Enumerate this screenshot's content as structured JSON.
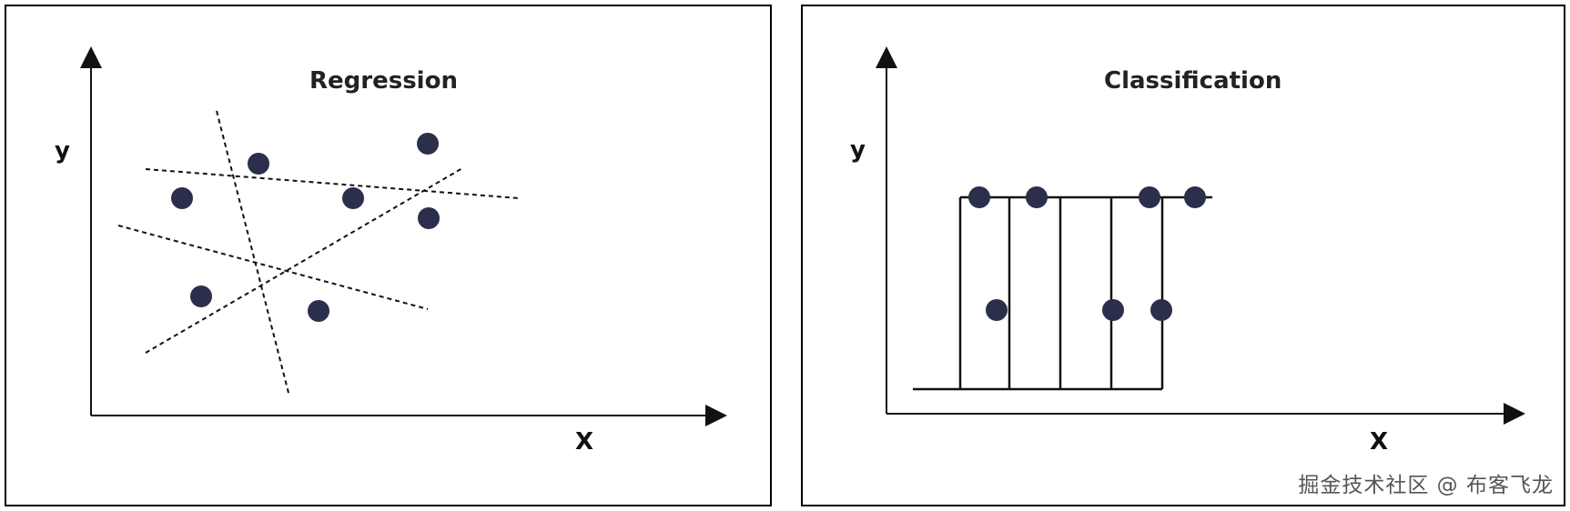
{
  "left_panel": {
    "title": "Regression",
    "y_label": "y",
    "x_label": "X",
    "points": [
      [
        200,
        218
      ],
      [
        284,
        180
      ],
      [
        388,
        218
      ],
      [
        470,
        158
      ],
      [
        471,
        240
      ],
      [
        221,
        326
      ],
      [
        350,
        342
      ]
    ],
    "lines": [
      [
        [
          160,
          186
        ],
        [
          570,
          218
        ]
      ],
      [
        [
          130,
          248
        ],
        [
          470,
          340
        ]
      ],
      [
        [
          160,
          388
        ],
        [
          508,
          185
        ]
      ],
      [
        [
          238,
          122
        ],
        [
          318,
          436
        ]
      ]
    ]
  },
  "right_panel": {
    "title": "Classification",
    "y_label": "y",
    "x_label": "X",
    "top_points": [
      [
        1076,
        217
      ],
      [
        1139,
        217
      ],
      [
        1263,
        217
      ],
      [
        1313,
        217
      ]
    ],
    "bottom_points": [
      [
        1095,
        341
      ],
      [
        1223,
        341
      ],
      [
        1276,
        341
      ]
    ],
    "top_line": [
      [
        1055,
        217
      ],
      [
        1332,
        217
      ]
    ],
    "base_line": [
      [
        1003,
        428
      ],
      [
        1277,
        428
      ]
    ],
    "verticals": [
      1055,
      1109,
      1165,
      1221,
      1277
    ]
  },
  "watermark": "掘金技术社区 @ 布客飞龙",
  "colors": {
    "point": "#2b2f4c",
    "line": "#111111"
  }
}
